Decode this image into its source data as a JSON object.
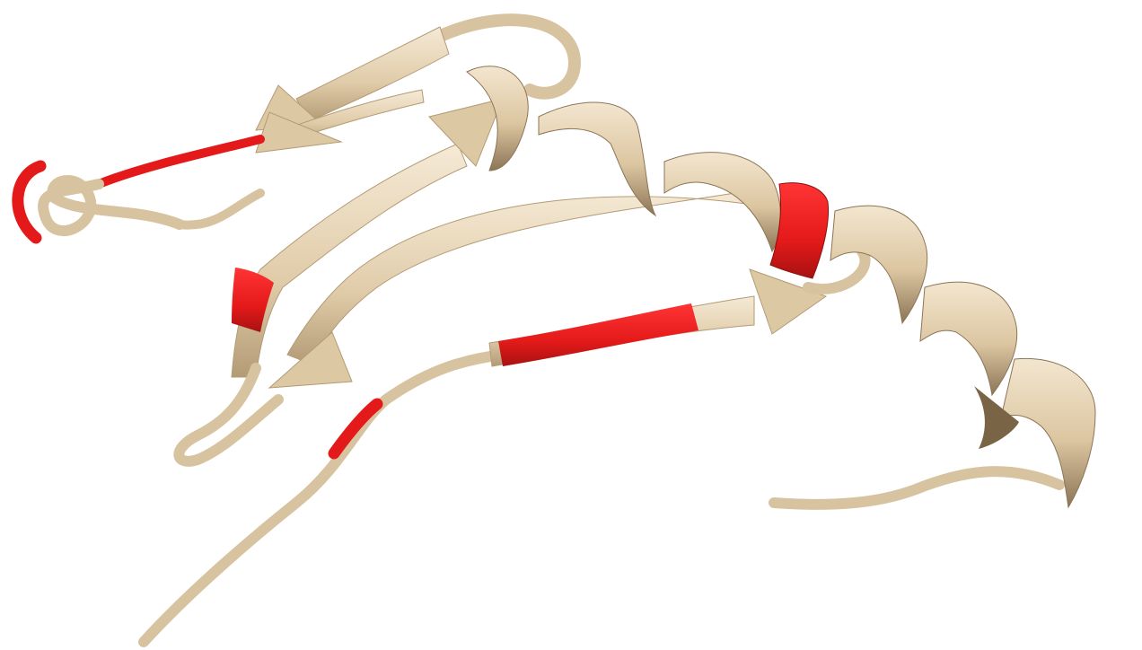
{
  "colors": {
    "background": "#ffffff",
    "ribbon": "#ddc8a4",
    "ribbon_light": "#f1e4cc",
    "ribbon_dark": "#9b8463",
    "ribbon_shadow": "#6e5a3f",
    "highlight": "#e41a1a",
    "highlight_dark": "#9b1010"
  },
  "structure": {
    "elements": [
      {
        "kind": "coil",
        "name": "n-terminal-tail",
        "highlighted_segment": true
      },
      {
        "kind": "strand",
        "name": "beta-strand-1",
        "highlighted_segment": true
      },
      {
        "kind": "strand",
        "name": "beta-strand-2",
        "highlighted_segment": false
      },
      {
        "kind": "strand",
        "name": "beta-strand-3",
        "highlighted_segment": true
      },
      {
        "kind": "strand",
        "name": "beta-strand-4",
        "highlighted_segment": false
      },
      {
        "kind": "coil",
        "name": "left-loop",
        "highlighted_segment": true
      },
      {
        "kind": "helix",
        "name": "alpha-helix",
        "highlighted_segment": true
      },
      {
        "kind": "coil",
        "name": "c-terminal-tail",
        "highlighted_segment": false
      }
    ]
  }
}
